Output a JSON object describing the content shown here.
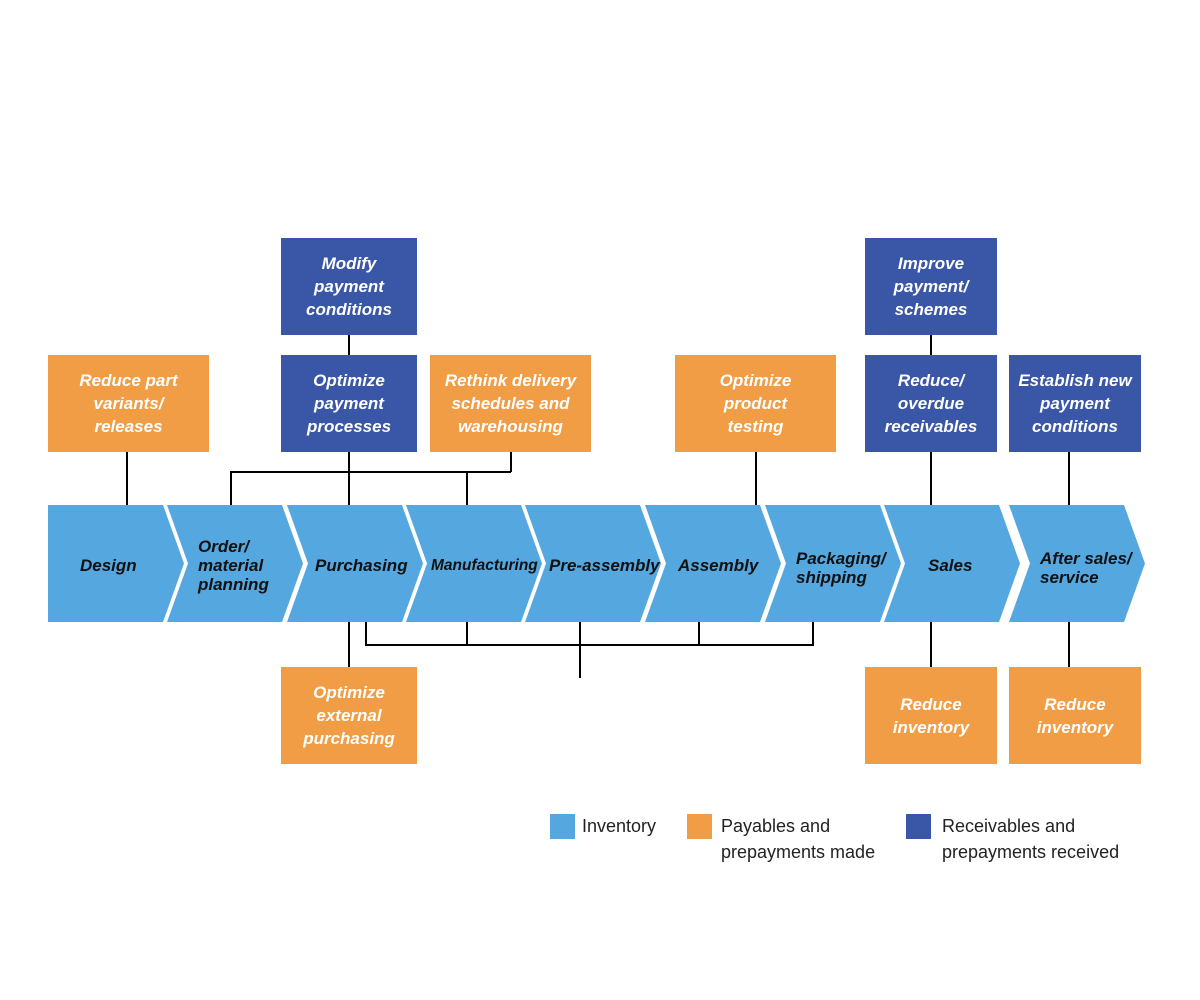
{
  "colors": {
    "inventory": "#55a7df",
    "payables": "#f19d45",
    "receivables": "#3a56a6",
    "line": "#000000"
  },
  "stages": [
    {
      "id": "design",
      "label": "Design"
    },
    {
      "id": "order",
      "label": "Order/\nmaterial\nplanning"
    },
    {
      "id": "purchasing",
      "label": "Purchasing"
    },
    {
      "id": "manufacturing",
      "label": "Manufacturing"
    },
    {
      "id": "preassembly",
      "label": "Pre-assembly"
    },
    {
      "id": "assembly",
      "label": "Assembly"
    },
    {
      "id": "packaging",
      "label": "Packaging/\nshipping"
    },
    {
      "id": "sales",
      "label": "Sales"
    },
    {
      "id": "aftersales",
      "label": "After sales/\nservice"
    }
  ],
  "measures": {
    "reduce_part_variants": "Reduce part\nvariants/\nreleases",
    "modify_payment_conditions": "Modify\npayment\nconditions",
    "optimize_payment_processes": "Optimize\npayment\nprocesses",
    "rethink_delivery": "Rethink delivery\nschedules and\nwarehousing",
    "optimize_product_testing": "Optimize\nproduct\ntesting",
    "improve_payment_schemes": "Improve\npayment/\nschemes",
    "reduce_overdue_receivables": "Reduce/\noverdue\nreceivables",
    "establish_payment_conditions": "Establish new\npayment\nconditions",
    "optimize_external_purchasing": "Optimize\nexternal\npurchasing",
    "reduce_inventory_sales": "Reduce\ninventory",
    "reduce_inventory_aftersales": "Reduce\ninventory"
  },
  "legend": {
    "inventory": "Inventory",
    "payables": "Payables and\nprepayments made",
    "receivables": "Receivables and\nprepayments received"
  }
}
